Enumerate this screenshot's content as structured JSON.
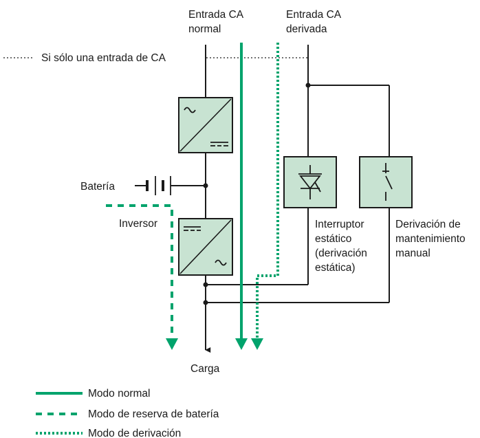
{
  "labels": {
    "input_normal_1": "Entrada CA",
    "input_normal_2": "normal",
    "input_bypass_1": "Entrada CA",
    "input_bypass_2": "derivada",
    "single_input": "Si sólo una entrada de CA",
    "battery": "Batería",
    "inverter": "Inversor",
    "static_switch_1": "Interruptor",
    "static_switch_2": "estático",
    "static_switch_3": "(derivación",
    "static_switch_4": "estática)",
    "maint_bypass_1": "Derivación de",
    "maint_bypass_2": "mantenimiento",
    "maint_bypass_3": "manual",
    "load": "Carga"
  },
  "legend": {
    "normal": "Modo normal",
    "battery": "Modo de reserva de batería",
    "bypass": "Modo de derivación"
  },
  "colors": {
    "line": "#1a1a1a",
    "flow": "#00a36c",
    "box_fill": "#c8e3d2"
  }
}
